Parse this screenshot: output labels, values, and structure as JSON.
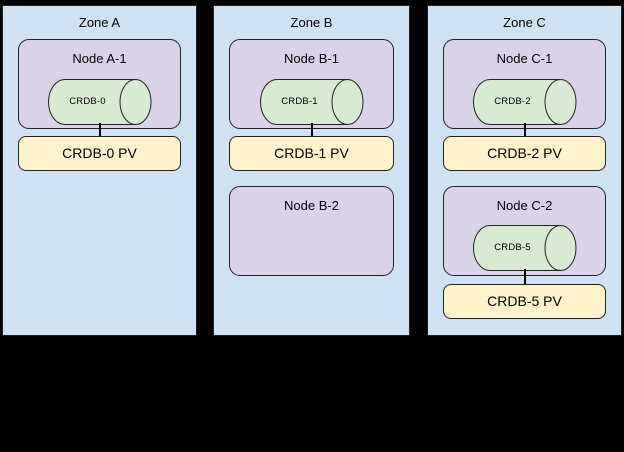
{
  "diagram": {
    "zones": [
      {
        "label": "Zone A",
        "rows": [
          {
            "node_label": "Node A-1",
            "db_label": "CRDB-0",
            "pv_label": "CRDB-0 PV"
          }
        ]
      },
      {
        "label": "Zone B",
        "rows": [
          {
            "node_label": "Node B-1",
            "db_label": "CRDB-1",
            "pv_label": "CRDB-1 PV"
          },
          {
            "node_label": "Node B-2"
          }
        ]
      },
      {
        "label": "Zone C",
        "rows": [
          {
            "node_label": "Node C-1",
            "db_label": "CRDB-2",
            "pv_label": "CRDB-2 PV"
          },
          {
            "node_label": "Node C-2",
            "db_label": "CRDB-5",
            "pv_label": "CRDB-5 PV"
          }
        ]
      }
    ],
    "colors": {
      "page_bg": "#000000",
      "zone_bg": "#cfe2f3",
      "node_bg": "#d9d2e9",
      "db_bg": "#d9ead3",
      "pv_bg": "#fff2cc",
      "border": "#222222",
      "connector": "#000000"
    }
  }
}
